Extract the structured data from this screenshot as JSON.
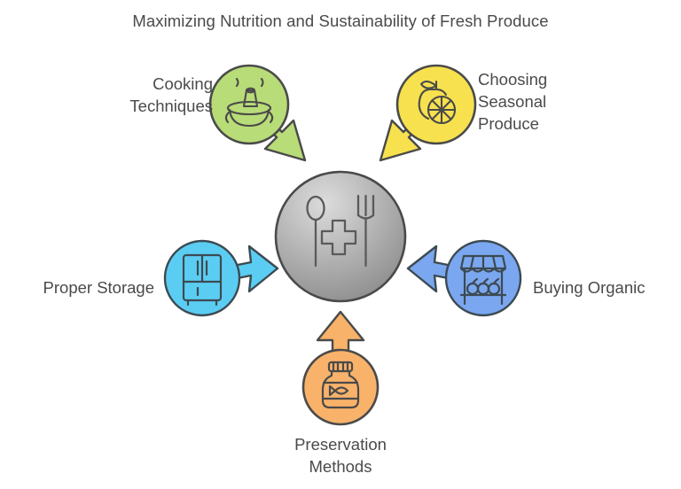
{
  "title": "Maximizing Nutrition and Sustainability of Fresh Produce",
  "background_color": "#ffffff",
  "text_color": "#4a4a4a",
  "center": {
    "name": "nutrition-health-hub",
    "icon": "spoon-fork-cross-icon",
    "fill_top": "#cfcfcf",
    "fill_bottom": "#8f8f8f",
    "stroke": "#4a4a4a"
  },
  "nodes": [
    {
      "id": "cooking-techniques",
      "label": "Cooking\nTechniques",
      "icon": "cooking-pot-steam-icon",
      "color": "#b8dc77",
      "stroke": "#4a4a4a",
      "arrow_direction": "down-right"
    },
    {
      "id": "choosing-seasonal-produce",
      "label": "Choosing\nSeasonal\nProduce",
      "icon": "seasonal-fruit-icon",
      "color": "#f7e14e",
      "stroke": "#4a4a4a",
      "arrow_direction": "down-left"
    },
    {
      "id": "proper-storage",
      "label": "Proper Storage",
      "icon": "refrigerator-icon",
      "color": "#5bcdf2",
      "stroke": "#3c4a52",
      "arrow_direction": "right"
    },
    {
      "id": "buying-organic",
      "label": "Buying Organic",
      "icon": "market-stall-icon",
      "color": "#7ba7f0",
      "stroke": "#3c4a52",
      "arrow_direction": "left"
    },
    {
      "id": "preservation-methods",
      "label": "Preservation\nMethods",
      "icon": "preserve-jar-icon",
      "color": "#f8b островов"
    }
  ]
}
